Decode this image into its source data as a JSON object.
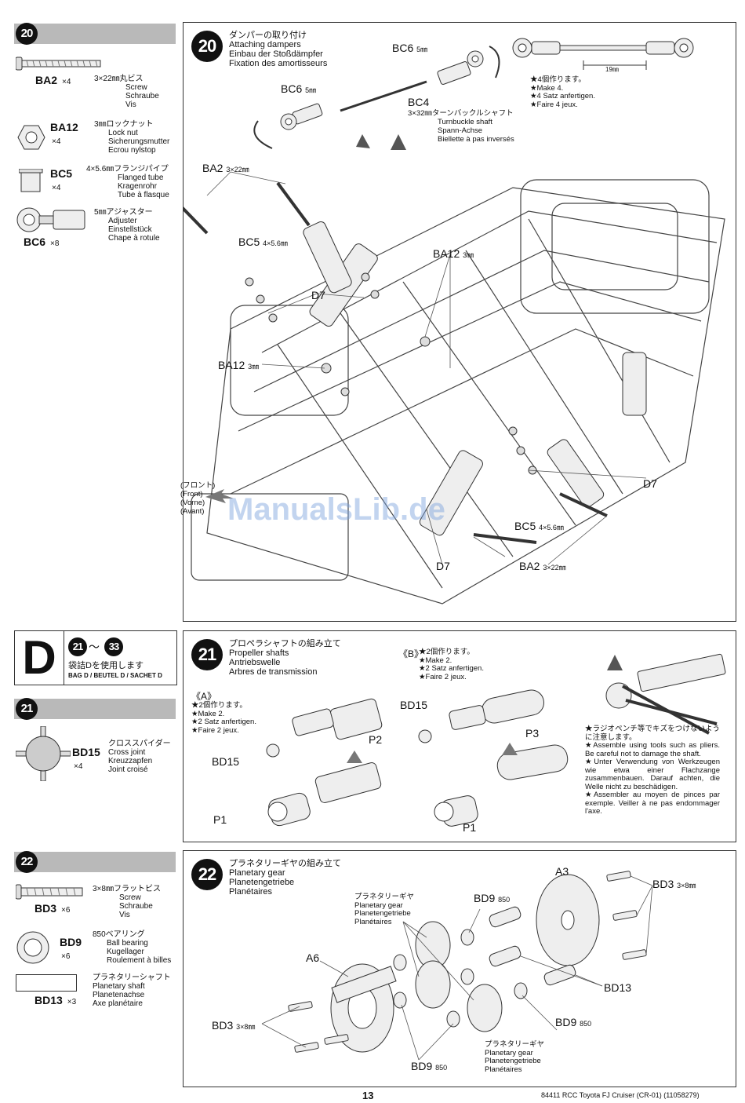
{
  "left_col": {
    "step20": {
      "number": "20",
      "parts": [
        {
          "code": "BA2",
          "qty": "×4",
          "desc": [
            "3×22㎜丸ビス",
            "Screw",
            "Schraube",
            "Vis"
          ]
        },
        {
          "code": "BA12",
          "qty": "×4",
          "desc": [
            "3㎜ロックナット",
            "Lock nut",
            "Sicherungsmutter",
            "Ecrou nylstop"
          ]
        },
        {
          "code": "BC5",
          "qty": "×4",
          "desc": [
            "4×5.6㎜フランジパイプ",
            "Flanged tube",
            "Kragenrohr",
            "Tube à flasque"
          ]
        },
        {
          "code": "BC6",
          "qty": "×8",
          "desc": [
            "5㎜アジャスター",
            "Adjuster",
            "Einstellstück",
            "Chape à rotule"
          ]
        }
      ]
    },
    "bag": {
      "letter": "D",
      "range_from": "21",
      "range_sep": "〜",
      "range_to": "33",
      "jp": "袋詰Dを使用します",
      "label": "BAG D / BEUTEL D / SACHET D"
    },
    "step21": {
      "number": "21",
      "parts": [
        {
          "code": "BD15",
          "qty": "×4",
          "desc": [
            "クロススパイダー",
            "Cross joint",
            "Kreuzzapfen",
            "Joint croisé"
          ]
        }
      ]
    },
    "step22": {
      "number": "22",
      "parts": [
        {
          "code": "BD3",
          "qty": "×6",
          "desc": [
            "3×8㎜フラットビス",
            "Screw",
            "Schraube",
            "Vis"
          ]
        },
        {
          "code": "BD9",
          "qty": "×6",
          "desc": [
            "850ベアリング",
            "Ball bearing",
            "Kugellager",
            "Roulement à billes"
          ]
        },
        {
          "code": "BD13",
          "qty": "×3",
          "desc": [
            "プラネタリーシャフト",
            "Planetary shaft",
            "Planetenachse",
            "Axe planétaire"
          ]
        }
      ]
    }
  },
  "panel20": {
    "number": "20",
    "title": [
      "ダンパーの取り付け",
      "Attaching dampers",
      "Einbau der Stoßdämpfer",
      "Fixation des amortisseurs"
    ],
    "labels": {
      "bc6_top": "BC6",
      "bc6_top_size": "5㎜",
      "bc6_left": "BC6",
      "bc6_left_size": "5㎜",
      "bc4": "BC4",
      "bc4_desc": [
        "3×32㎜ターンバックルシャフト",
        "Turnbuckle shaft",
        "Spann-Achse",
        "Biellette à pas inversés"
      ],
      "dim": "19㎜",
      "make_note": [
        "★4個作ります。",
        "★Make 4.",
        "★4 Satz anfertigen.",
        "★Faire 4 jeux."
      ],
      "ba2_a": "BA2",
      "ba2_a_size": "3×22㎜",
      "bc5_a": "BC5",
      "bc5_a_size": "4×5.6㎜",
      "d7_a": "D7",
      "ba12_a": "BA12",
      "ba12_a_size": "3㎜",
      "ba12_b": "BA12",
      "ba12_b_size": "3㎜",
      "d7_b": "D7",
      "bc5_b": "BC5",
      "bc5_b_size": "4×5.6㎜",
      "d7_c": "D7",
      "ba2_b": "BA2",
      "ba2_b_size": "3×22㎜",
      "front": [
        "(フロント)",
        "(Front)",
        "(Vorne)",
        "(Avant)"
      ]
    },
    "watermark": "ManualsLib.de"
  },
  "panel21": {
    "number": "21",
    "title": [
      "プロペラシャフトの組み立て",
      "Propeller shafts",
      "Antriebswelle",
      "Arbres de transmission"
    ],
    "group_a": "《A》",
    "note_a": [
      "★2個作ります。",
      "★Make 2.",
      "★2 Satz anfertigen.",
      "★Faire 2 jeux."
    ],
    "group_b": "《B》",
    "note_b": [
      "★2個作ります。",
      "★Make 2.",
      "★2 Satz anfertigen.",
      "★Faire 2 jeux."
    ],
    "labels": {
      "bd15_a": "BD15",
      "bd15_b": "BD15",
      "p1_a": "P1",
      "p1_b": "P1",
      "p2": "P2",
      "p3": "P3"
    },
    "tip": [
      "★ラジオペンチ等でキズをつけないように注意します。",
      "★Assemble using tools such as pliers. Be careful not to damage the shaft.",
      "★Unter Verwendung von Werkzeugen wie etwa einer Flachzange zusammenbauen. Darauf achten, die Welle nicht zu beschädigen.",
      "★Assembler au moyen de pinces par exemple. Veiller à ne pas endommager l'axe."
    ]
  },
  "panel22": {
    "number": "22",
    "title": [
      "プラネタリーギヤの組み立て",
      "Planetary gear",
      "Planetengetriebe",
      "Planétaires"
    ],
    "gear_note_top": [
      "プラネタリーギヤ",
      "Planetary gear",
      "Planetengetriebe",
      "Planétaires"
    ],
    "gear_note_bottom": [
      "プラネタリーギヤ",
      "Planetary gear",
      "Planetengetriebe",
      "Planétaires"
    ],
    "labels": {
      "a3": "A3",
      "a6": "A6",
      "bd3_a": "BD3",
      "bd3_a_size": "3×8㎜",
      "bd3_b": "BD3",
      "bd3_b_size": "3×8㎜",
      "bd9_a": "BD9",
      "bd9_a_size": "850",
      "bd9_b": "BD9",
      "bd9_b_size": "850",
      "bd9_c": "BD9",
      "bd9_c_size": "850",
      "bd13": "BD13"
    }
  },
  "footer": {
    "page": "13",
    "product": "84411 RCC Toyota FJ Cruiser (CR-01) (11058279)"
  }
}
